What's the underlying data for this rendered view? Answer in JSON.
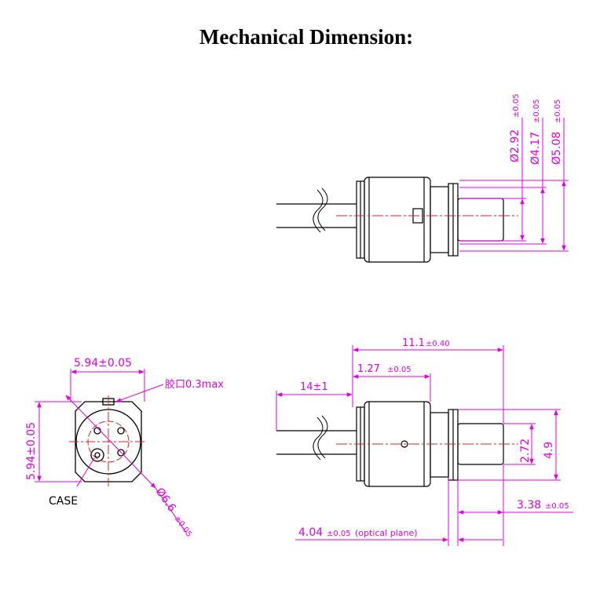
{
  "title": "Mechanical Dimension:",
  "colors": {
    "outline": "#000000",
    "dimension": "#e000e0",
    "centerline": "#e02020"
  },
  "top_view": {
    "dim_d1": "Ø2.92",
    "dim_d1_tol": "±0.05",
    "dim_d2": "Ø4.17",
    "dim_d2_tol": "±0.05",
    "dim_d3": "Ø5.08",
    "dim_d3_tol": "±0.05"
  },
  "front_view": {
    "width": "5.94±0.05",
    "height": "5.94±0.05",
    "glue": "胶口0.3max",
    "diameter": "Ø6.6",
    "diameter_tol": "±0.05",
    "case_label": "CASE"
  },
  "side_view": {
    "length": "11.1",
    "length_tol": "±0.40",
    "step": "1.27",
    "step_tol": "±0.05",
    "lead": "14±1",
    "d_small": "2.72",
    "d_large": "4.9",
    "nose": "3.38",
    "nose_tol": "±0.05",
    "optical": "4.04",
    "optical_tol": "±0.05",
    "optical_note": "(optical plane)"
  }
}
